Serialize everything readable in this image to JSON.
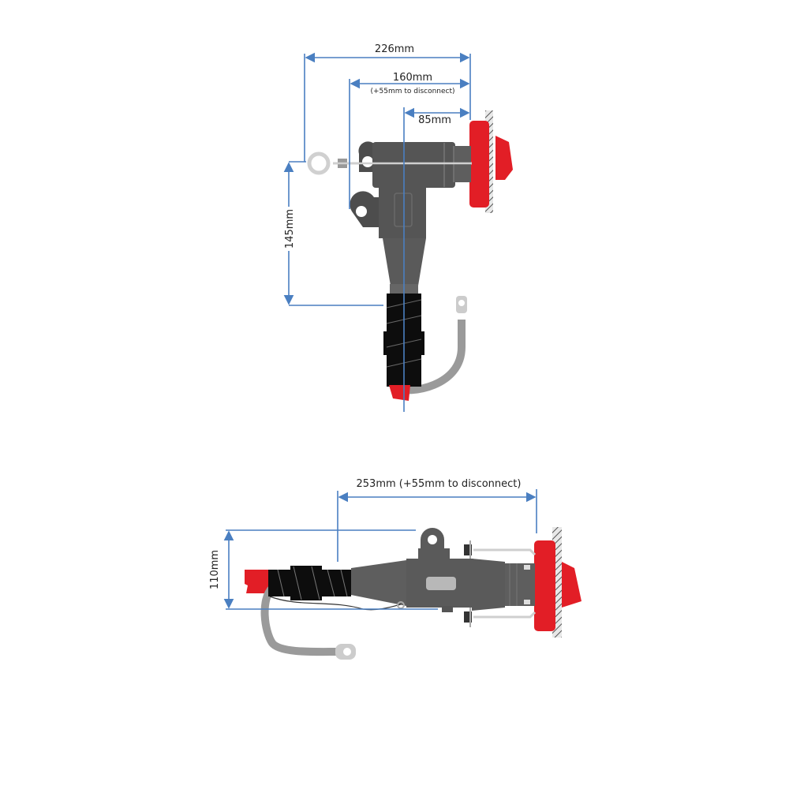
{
  "top_view": {
    "dim_overall": "226mm",
    "dim_length": "160mm",
    "dim_length_note": "(+55mm to disconnect)",
    "dim_offset": "85mm",
    "dim_height": "145mm"
  },
  "side_view": {
    "dim_length": "253mm (+55mm to disconnect)",
    "dim_height": "110mm"
  },
  "colors": {
    "dimension": "#4a7fc1",
    "body": "#5a5a5a",
    "flange": "#e21e26",
    "wrap": "#0d0d0d"
  }
}
